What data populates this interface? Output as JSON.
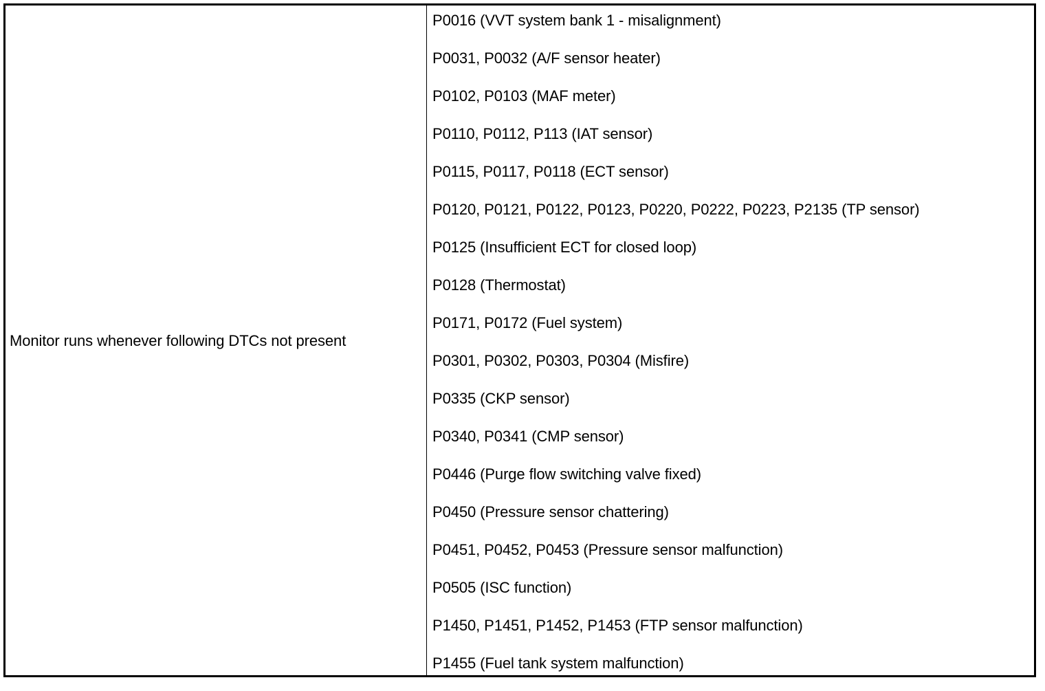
{
  "table": {
    "condition_label": "Monitor runs whenever following DTCs not present",
    "dtcs": [
      "P0016 (VVT system bank 1 - misalignment)",
      "P0031, P0032 (A/F sensor heater)",
      "P0102, P0103 (MAF meter)",
      "P0110, P0112, P113 (IAT sensor)",
      "P0115, P0117, P0118 (ECT sensor)",
      "P0120, P0121, P0122, P0123, P0220, P0222, P0223, P2135 (TP sensor)",
      "P0125 (Insufficient ECT for closed loop)",
      "P0128 (Thermostat)",
      "P0171, P0172 (Fuel system)",
      "P0301, P0302, P0303, P0304 (Misfire)",
      "P0335 (CKP sensor)",
      "P0340, P0341 (CMP sensor)",
      "P0446 (Purge flow switching valve fixed)",
      "P0450 (Pressure sensor chattering)",
      "P0451, P0452, P0453 (Pressure sensor malfunction)",
      "P0505 (ISC function)",
      "P1450, P1451, P1452, P1453 (FTP sensor malfunction)",
      "P1455 (Fuel tank system malfunction)"
    ]
  }
}
